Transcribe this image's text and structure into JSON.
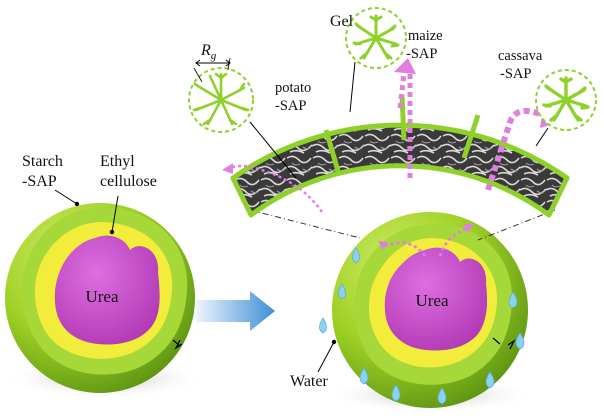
{
  "labels": {
    "starch_line1": "Starch",
    "starch_line2": "-SAP",
    "ethyl_line1": "Ethyl",
    "ethyl_line2": "cellulose",
    "urea_left": "Urea",
    "urea_right": "Urea",
    "water": "Water",
    "gel": "Gel",
    "rg": "R",
    "rg_sub": "g",
    "potato_line1": "potato",
    "potato_line2": "-SAP",
    "maize_line1": "maize",
    "maize_line2": "-SAP",
    "cassava_line1": "cassava",
    "cassava_line2": "-SAP"
  },
  "colors": {
    "starch_sap": "#9ed025",
    "ethyl_cellulose": "#f2ec3a",
    "urea": "#c547c9",
    "water": "#8fd0ee",
    "arrow_blue": "#3f8ed8",
    "release_arrow": "#e07fe0",
    "gel_network": "#7ecb2a"
  }
}
